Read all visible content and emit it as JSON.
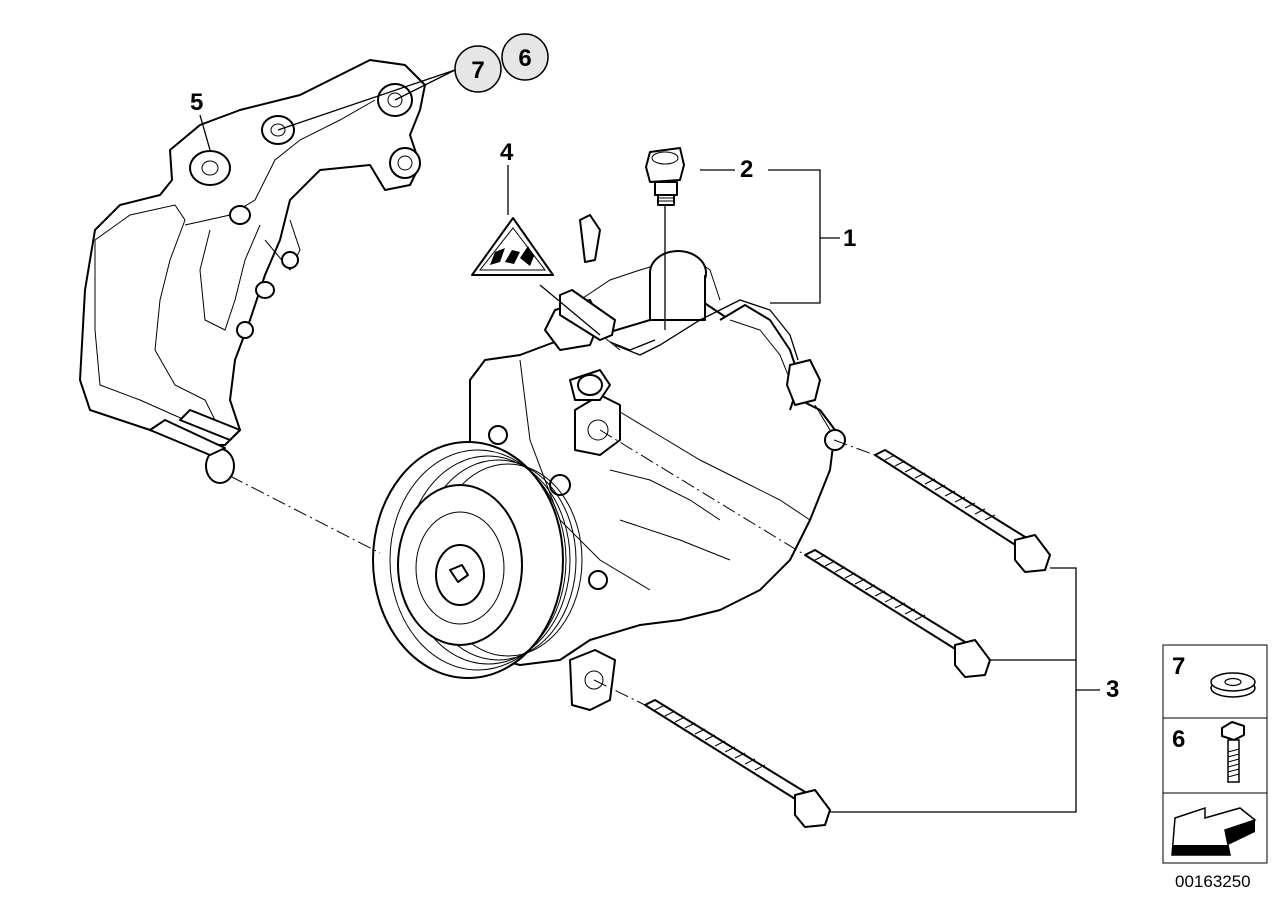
{
  "callouts": {
    "c1": "1",
    "c2": "2",
    "c3": "3",
    "c4": "4",
    "c5": "5",
    "c6": "6",
    "c7": "7"
  },
  "legend": {
    "item_7": "7",
    "item_6": "6"
  },
  "reference_number": "00163250"
}
